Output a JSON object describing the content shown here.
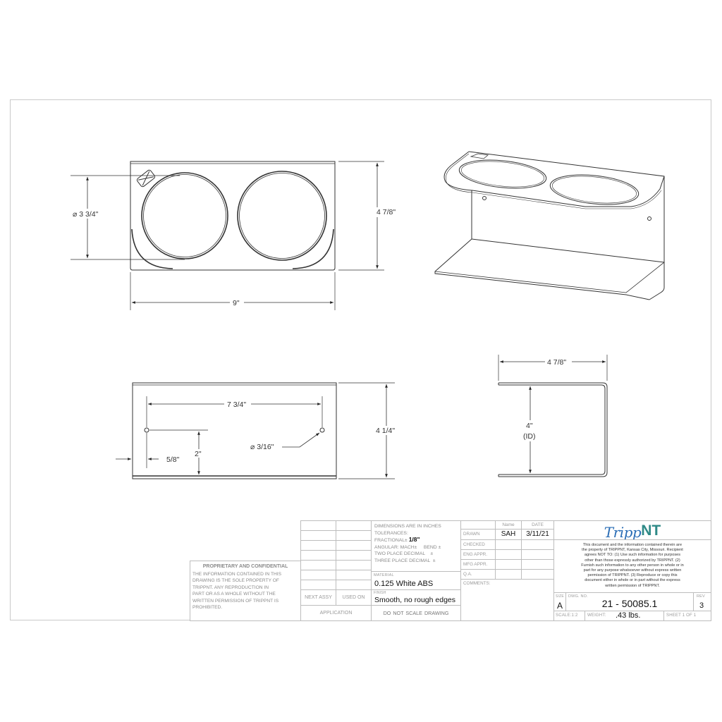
{
  "drawing": {
    "top_view": {
      "diameter_label": "⌀ 3 3/4\"",
      "height_label": "4 7/8\"",
      "width_label": "9\""
    },
    "front_view": {
      "hole_spacing_label": "7 3/4\"",
      "edge_offset_label": "5/8\"",
      "hole_height_label": "2\"",
      "hole_diameter_label": "⌀ 3/16\"",
      "overall_height_label": "4 1/4\""
    },
    "side_view": {
      "depth_label": "4 7/8\"",
      "inner_height_label": "4\"",
      "inner_height_note": "(ID)"
    }
  },
  "proprietary": {
    "title": "PROPRIETARY AND CONFIDENTIAL",
    "lines": [
      "THE INFORMATION CONTAINED IN THIS",
      "DRAWING IS THE SOLE PROPERTY OF",
      "TRIPPNT.  ANY REPRODUCTION IN",
      "PART OR AS A WHOLE WITHOUT THE",
      "WRITTEN PERMISSION OF TRIPPNT IS",
      "PROHIBITED."
    ]
  },
  "title_block": {
    "next_assy_label": "NEXT ASSY",
    "used_on_label": "USED ON",
    "application_label": "APPLICATION",
    "tolerances": {
      "line1": "DIMENSIONS ARE IN INCHES",
      "line2": "TOLERANCES:",
      "fractional_label": "FRACTIONAL±",
      "fractional_value": "1/8\"",
      "angular": "ANGULAR: MACH±     BEND ±",
      "two_place": "TWO PLACE DECIMAL    ±",
      "three_place": "THREE PLACE DECIMAL  ±"
    },
    "material_label": "MATERIAL",
    "material_value": "0.125 White ABS",
    "finish_label": "FINISH",
    "finish_value": "Smooth, no rough edges",
    "do_not_scale": "DO  NOT  SCALE  DRAWING",
    "name_header": "Name",
    "date_header": "DATE",
    "rows": [
      {
        "label": "DRAWN",
        "name": "SAH",
        "date": "3/11/21"
      },
      {
        "label": "CHECKED",
        "name": "",
        "date": ""
      },
      {
        "label": "ENG APPR.",
        "name": "",
        "date": ""
      },
      {
        "label": "MFG APPR.",
        "name": "",
        "date": ""
      },
      {
        "label": "Q.A.",
        "name": "",
        "date": ""
      }
    ],
    "comments_label": "COMMENTS:",
    "logo": {
      "script_part": "Tripp",
      "bold_part": "NT",
      "script_color": "#2a6db5",
      "bold_color": "#2f8a87"
    },
    "notice": "This document and the information contained therein are the property of TRIPPNT, Kansas City, Missouri. Recipient agrees NOT TO: (1) Use such information for purposes other than those expressly authorized by TRIPPNT. (2) Furnish such information to any other person in whole or in part for any purpose whatsoever without express  written permission of TRIPPNT. (3) Reproduce or copy this document either in whole or in part without the express written permission of TRIPPNT.",
    "size_label": "SIZE",
    "size_value": "A",
    "dwg_no_label": "DWG.  NO.",
    "dwg_no_value": "21 - 50085.1",
    "rev_label": "REV",
    "rev_value": "3",
    "scale_label": "SCALE:1:2",
    "weight_label": "WEIGHT:",
    "weight_value": ".43 lbs.",
    "sheet_label": "SHEET 1 OF 1"
  }
}
